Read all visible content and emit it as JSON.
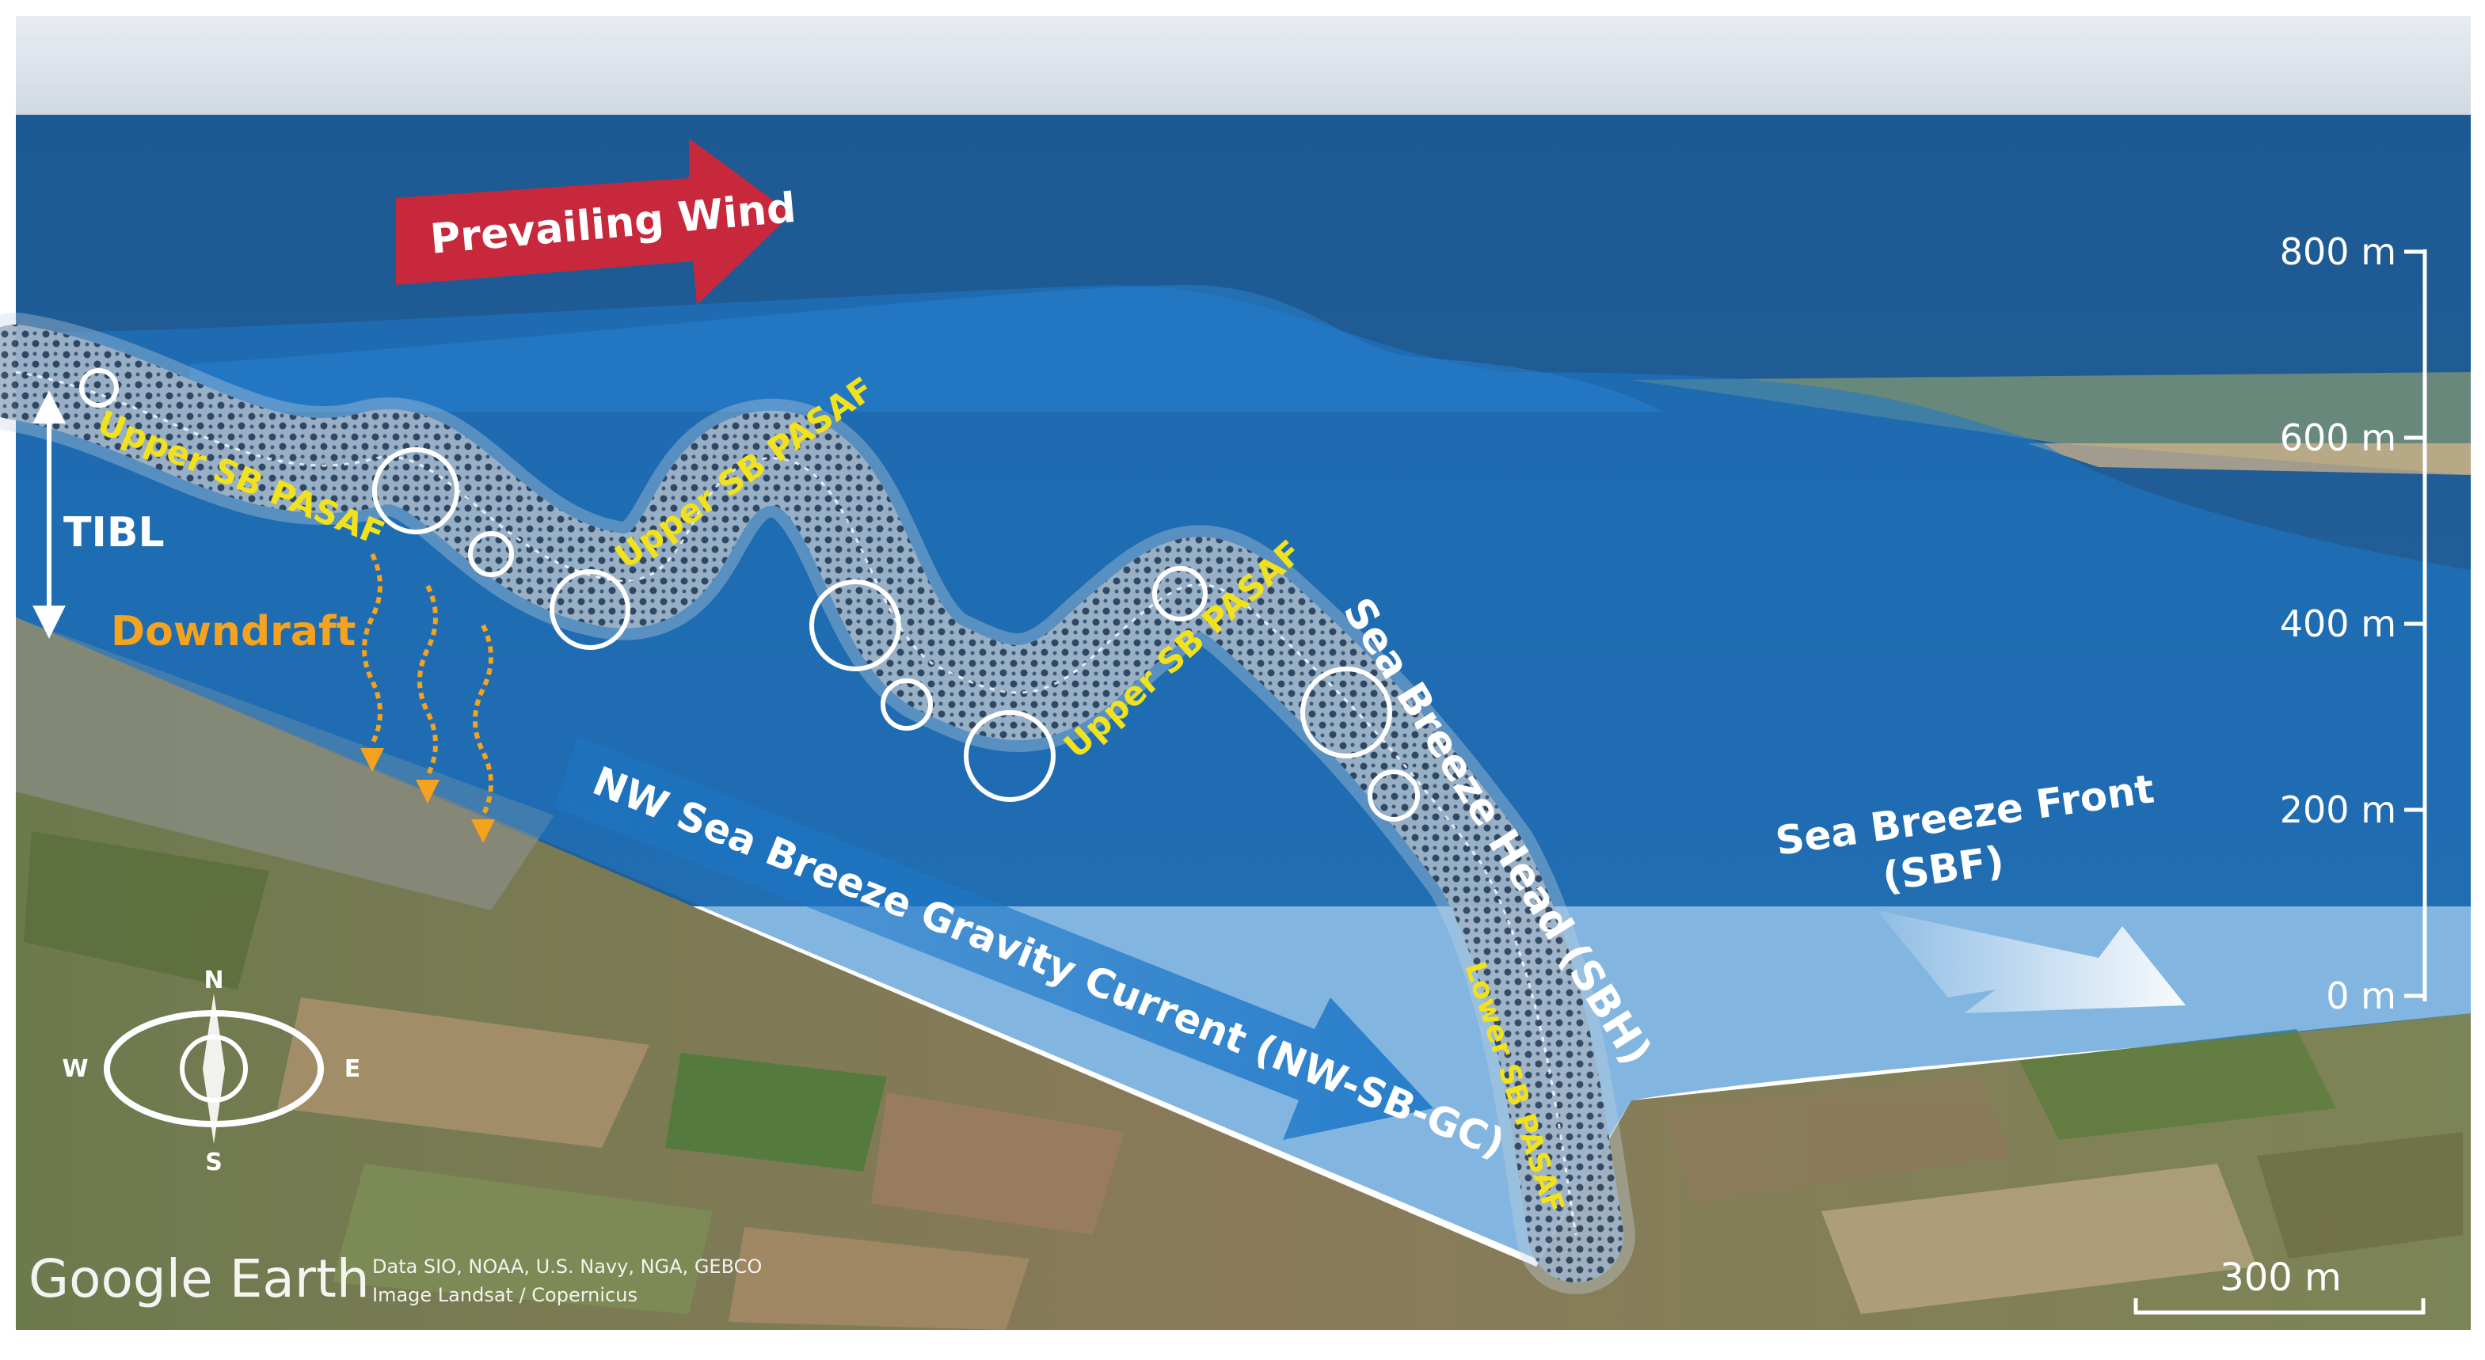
{
  "diagram": {
    "prevailing_wind_label": "Prevailing Wind",
    "tibl_label": "TIBL",
    "downdraft_label": "Downdraft",
    "upper_pasaf_label": "Upper SB PASAF",
    "lower_pasaf_label": "Lower SB PASAF",
    "sea_breeze_head_label": "Sea Breeze Head (SBH)",
    "gravity_current_label": "NW Sea Breeze Gravity Current (NW-SB-GC)",
    "sea_breeze_front_line1": "Sea Breeze Front",
    "sea_breeze_front_line2": "(SBF)"
  },
  "altitude_scale": {
    "ticks": [
      "800 m",
      "600 m",
      "400 m",
      "200 m",
      "0 m"
    ]
  },
  "distance_scale": {
    "label": "300 m"
  },
  "compass": {
    "north": "N",
    "south": "S",
    "east": "E",
    "west": "W"
  },
  "attribution": {
    "brand": "Google Earth",
    "data_line": "Data SIO, NOAA, U.S. Navy, NGA, GEBCO",
    "image_line": "Image Landsat / Copernicus"
  },
  "colors": {
    "sea": "#1f5f9e",
    "gravity_current": "#1e78c8",
    "wind_arrow": "#c8283c",
    "pasaf_text": "#f2e21b",
    "downdraft": "#f5a21e"
  }
}
